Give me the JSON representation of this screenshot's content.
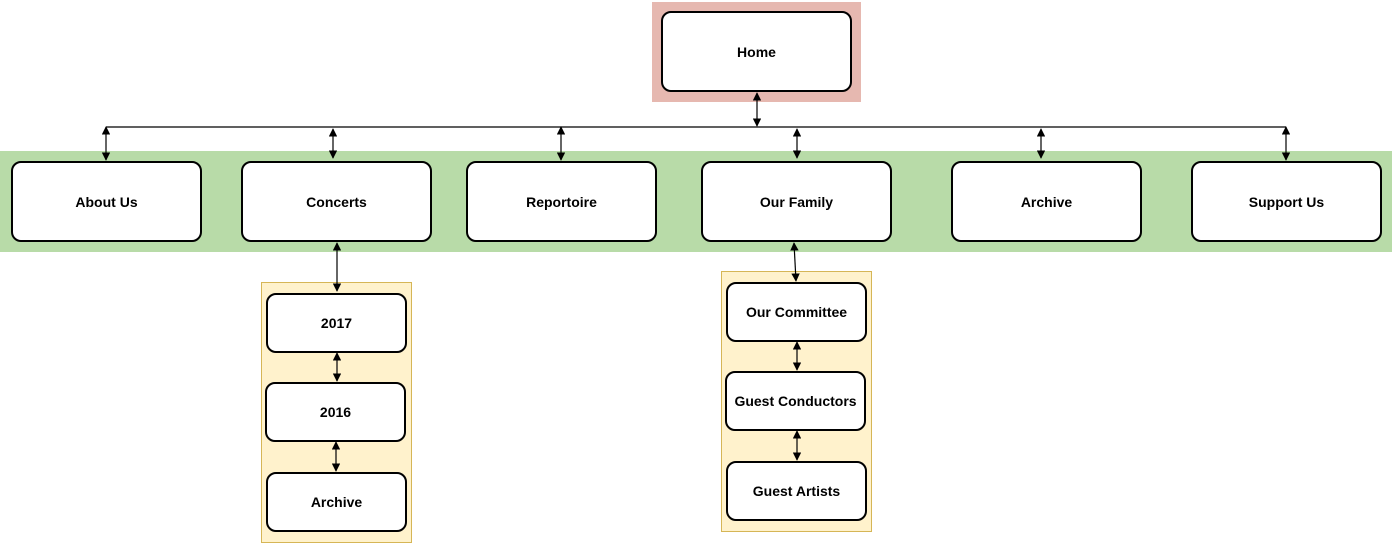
{
  "diagram": {
    "home": {
      "label": "Home"
    },
    "nav": {
      "about": "About Us",
      "concerts": "Concerts",
      "reportoire": "Reportoire",
      "family": "Our Family",
      "archive": "Archive",
      "support": "Support Us"
    },
    "concerts_sub": {
      "y2017": "2017",
      "y2016": "2016",
      "archive": "Archive"
    },
    "family_sub": {
      "committee": "Our Committee",
      "conductors": "Guest Conductors",
      "artists": "Guest Artists"
    }
  },
  "colors": {
    "home_region": "#e6b8b0",
    "nav_region": "#b8dba8",
    "sub_region": "#fff2cc",
    "sub_region_border": "#d6b656",
    "node_fill": "#ffffff",
    "stroke": "#000000"
  }
}
